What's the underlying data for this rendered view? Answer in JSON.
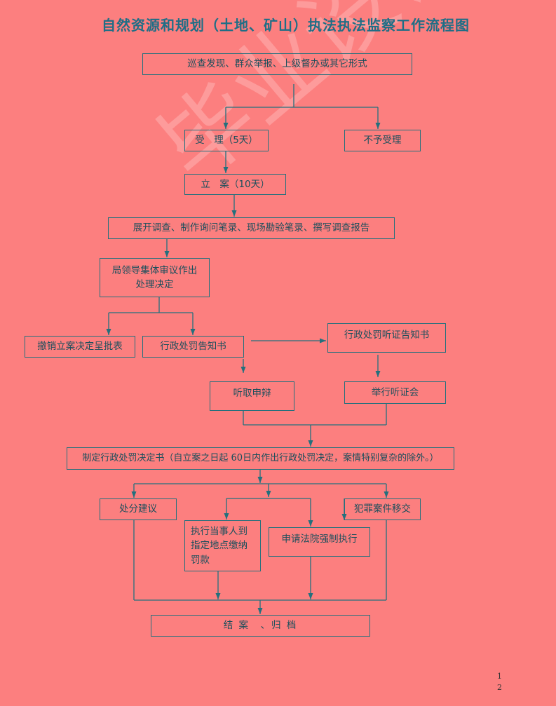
{
  "title": "自然资源和规划（土地、矿山）执法执法监察工作流程图",
  "watermark": "毕业设计水印",
  "boxes": {
    "discovery": "巡查发现、群众举报、上级督办或其它形式",
    "accept": "受　理（5天）",
    "reject": "不予受理",
    "file_case": "立　案（10天）",
    "investigate": "展开调查、制作询问笔录、现场勘验笔录、撰写调查报告",
    "collective_review": "局领导集体审议作出处理决定",
    "revoke": "撤销立案决定呈批表",
    "penalty_notice": "行政处罚告知书",
    "hearing_notice": "行政处罚听证告知书",
    "listen_defense": "听取申辩",
    "hold_hearing": "举行听证会",
    "decision": "制定行政处罚决定书（自立案之日起 60日内作出行政处罚决定，案情特别复杂的除外。）",
    "sanction_advice": "处分建议",
    "criminal_transfer": "犯罪案件移交",
    "pay_fine": "执行当事人到指定地点缴纳罚款",
    "court_enforce": "申请法院强制执行",
    "close_case": "结 案　、归 档"
  },
  "page_number": [
    "1",
    "2"
  ],
  "colors": {
    "background": "#fc7f7f",
    "line": "#23707d",
    "title": "#1f6e86"
  }
}
